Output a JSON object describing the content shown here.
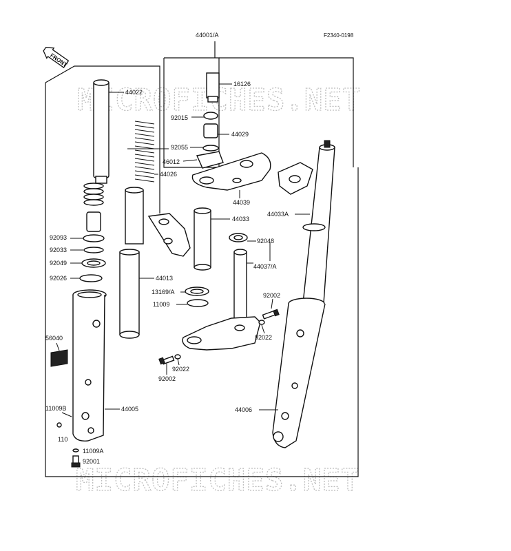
{
  "diagram": {
    "code": "F2340-0198",
    "assembly_top": "44001/A",
    "front_arrow": "FRONT",
    "watermark": "MICROFICHES.NET",
    "labels": {
      "p16126": "16126",
      "p92015": "92015",
      "p44029": "44029",
      "p92055": "92055",
      "p46012": "46012",
      "p44022": "44022",
      "p44026": "44026",
      "p44039": "44039",
      "p44033": "44033",
      "p44033A": "44033A",
      "p92093": "92093",
      "p92033": "92033",
      "p92049": "92049",
      "p92026": "92026",
      "p92048": "92048",
      "p44037A": "44037/A",
      "p44013": "44013",
      "p13169A": "13169/A",
      "p11009": "11009",
      "p92002a": "92002",
      "p92022a": "92022",
      "p56040": "56040",
      "p92022b": "92022",
      "p92002b": "92002",
      "p44005": "44005",
      "p44006": "44006",
      "p11009B": "11009B",
      "p110": "110",
      "p11009A": "11009A",
      "p92001": "92001"
    }
  }
}
